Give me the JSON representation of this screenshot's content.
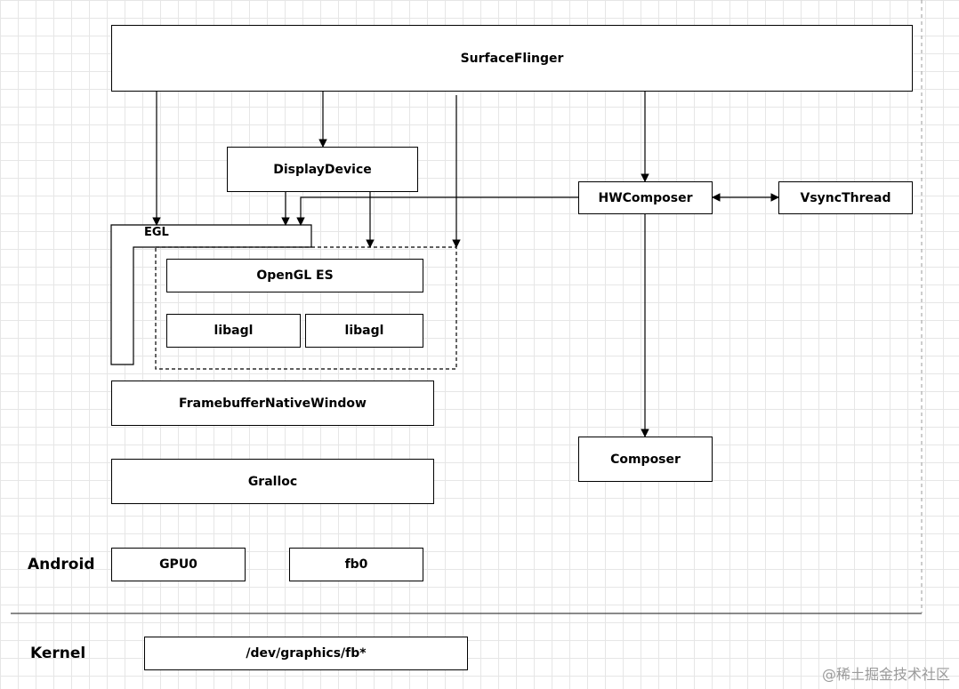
{
  "boxes": {
    "surfaceflinger": "SurfaceFlinger",
    "displaydevice": "DisplayDevice",
    "hwcomposer": "HWComposer",
    "vsyncthread": "VsyncThread",
    "egl": "EGL",
    "opengl_es": "OpenGL ES",
    "libagl_left": "libagl",
    "libagl_right": "libagl",
    "framebuffer_native_window": "FramebufferNativeWindow",
    "gralloc": "Gralloc",
    "composer": "Composer",
    "gpu0": "GPU0",
    "fb0": "fb0",
    "dev_graphics_fb": "/dev/graphics/fb*"
  },
  "layers": {
    "android": "Android",
    "kernel": "Kernel"
  },
  "watermark": "@稀土掘金技术社区"
}
